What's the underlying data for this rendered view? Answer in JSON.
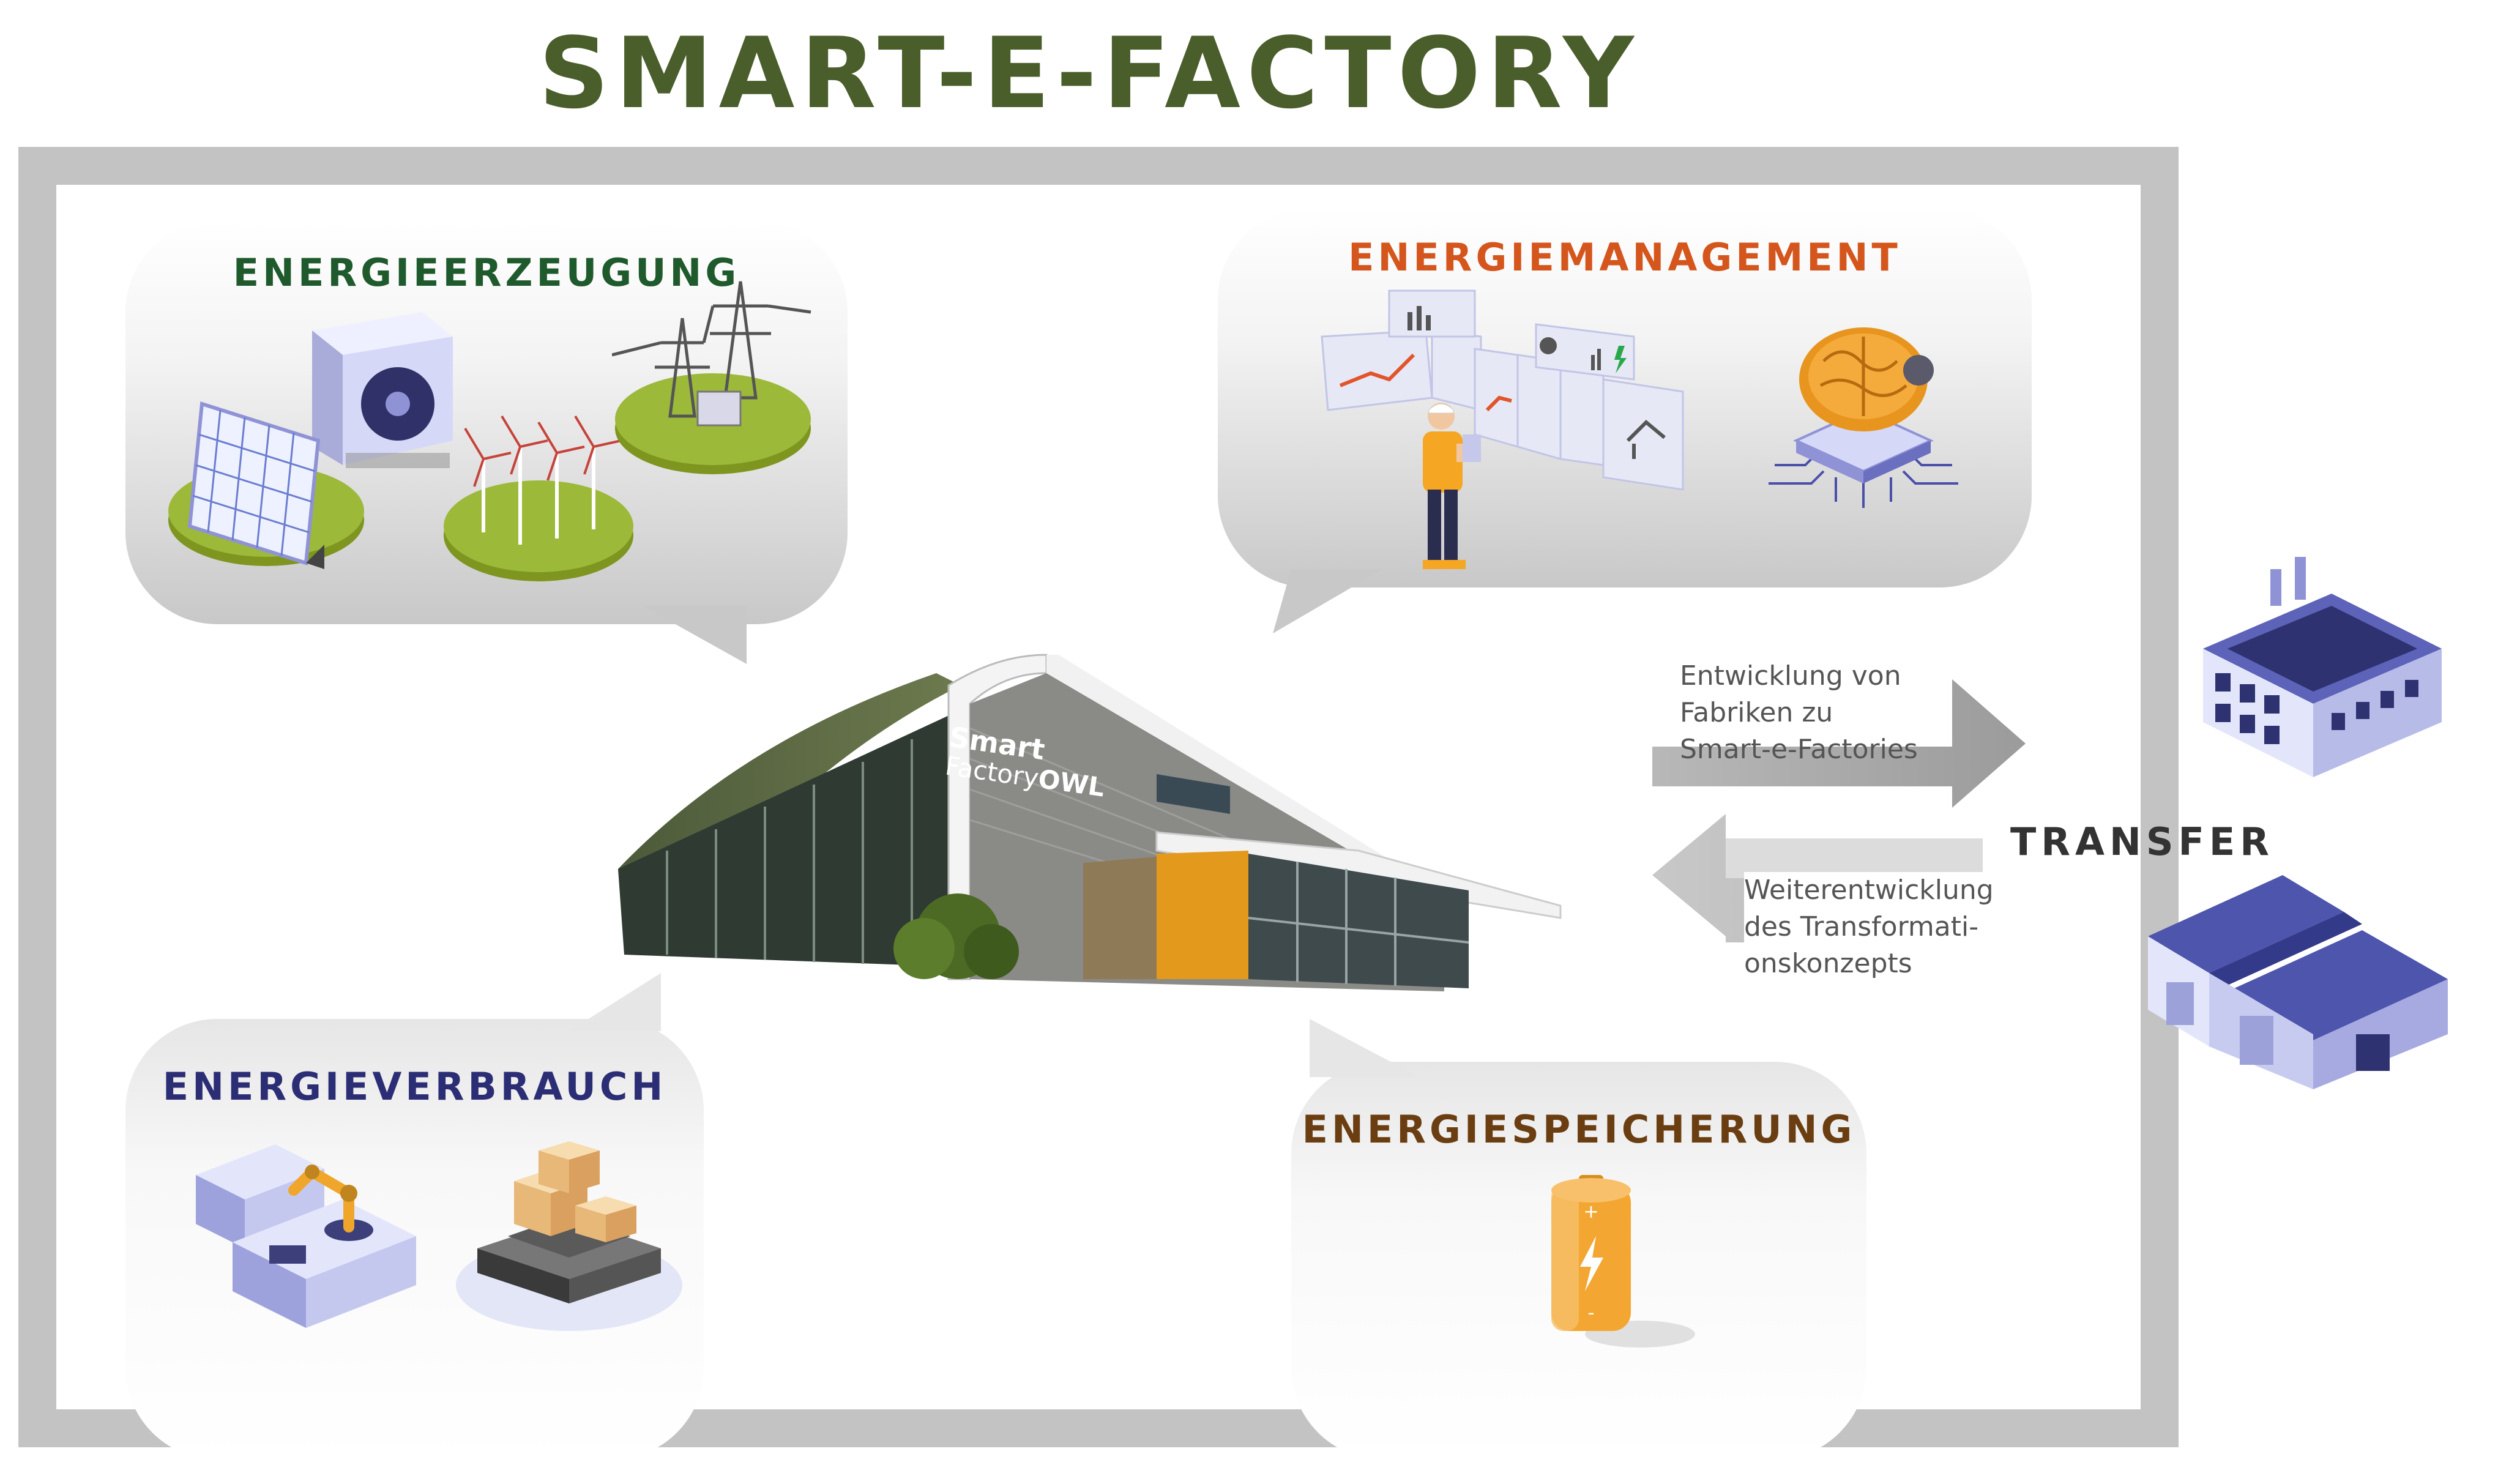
{
  "title": "SMART-E-FACTORY",
  "sections": {
    "erzeugung": {
      "label": "ENERGIEERZEUGUNG",
      "color": "#1f5a2d"
    },
    "management": {
      "label": "ENERGIEMANAGEMENT",
      "color": "#d4561c"
    },
    "verbrauch": {
      "label": "ENERGIEVERBRAUCH",
      "color": "#2c2e75"
    },
    "speicherung": {
      "label": "ENERGIESPEICHERUNG",
      "color": "#6b3e12"
    }
  },
  "factory_logo": {
    "line1": "Smart",
    "line2": "Factory",
    "line3": "OWL"
  },
  "transfer": {
    "label": "TRANSFER",
    "arrow_right_text": [
      "Entwicklung von",
      "Fabriken zu",
      "Smart-e-Factories"
    ],
    "arrow_left_text": [
      "Weiterentwicklung",
      "des Transformati-",
      "onskonzepts"
    ]
  },
  "colors": {
    "title": "#4a5e2c",
    "frame": "#c3c3c3",
    "grass": "#9cb93a",
    "purple": "#8f93d6",
    "orange": "#f0a52b"
  },
  "icons": [
    "heat-pump-icon",
    "solar-panel-icon",
    "wind-turbine-icon",
    "power-pylon-icon",
    "dashboard-panel-icon",
    "worker-icon",
    "ai-brain-chip-icon",
    "robot-arm-machine-icon",
    "agv-pallet-icon",
    "battery-icon",
    "factory-building-icon",
    "warehouse-icon"
  ]
}
